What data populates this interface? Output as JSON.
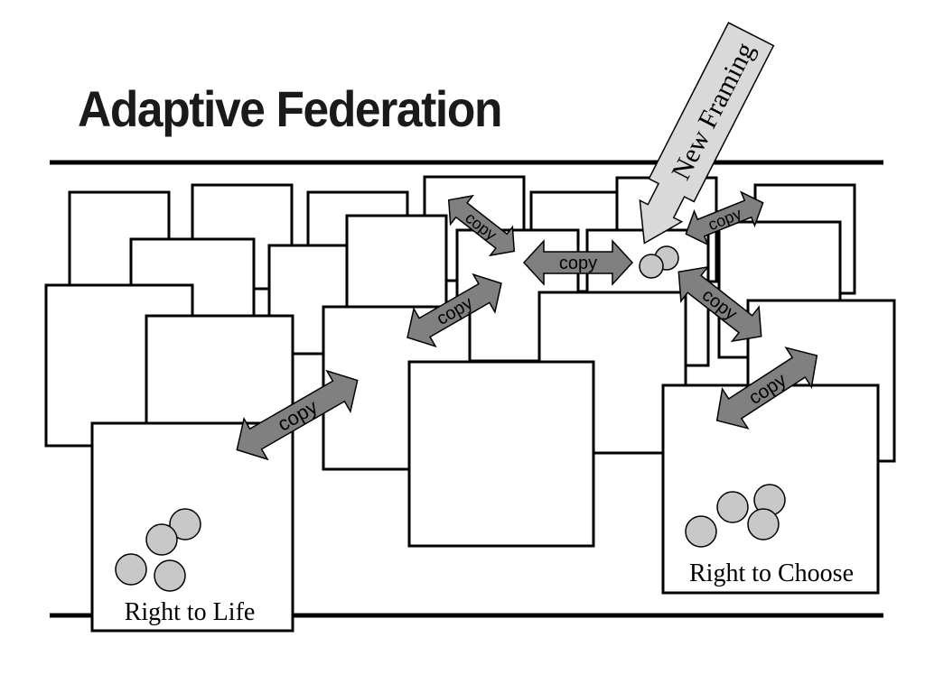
{
  "slide": {
    "title": "Adaptive Federation"
  },
  "callout": {
    "label": "New Framing"
  },
  "groups": {
    "left_label": "Right to Life",
    "right_label": "Right to Choose"
  },
  "arrows": [
    {
      "label": "copy"
    },
    {
      "label": "copy"
    },
    {
      "label": "copy"
    },
    {
      "label": "copy"
    },
    {
      "label": "copy"
    },
    {
      "label": "copy"
    },
    {
      "label": "copy"
    }
  ],
  "colors": {
    "arrow_fill": "#808080",
    "callout_fill": "#d9d9d9",
    "token_fill": "#c8c8c8",
    "stroke": "#000000"
  }
}
